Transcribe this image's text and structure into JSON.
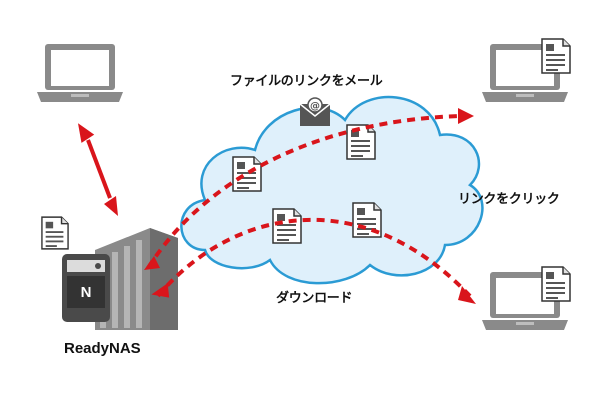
{
  "labels": {
    "share_link": "ファイルのリンクをメール",
    "click_link": "リンクをクリック",
    "download": "ダウンロード",
    "brand": "ReadyNAS",
    "nas_letter": "N"
  },
  "icons": {
    "computer": "laptop-icon",
    "document": "document-icon",
    "mail": "mail-icon",
    "nas": "nas-device-icon",
    "cloud": "cloud-icon"
  },
  "colors": {
    "arrow_red": "#d9151b",
    "cloud_fill": "#dff0fb",
    "cloud_stroke": "#2b9bd4",
    "device_gray": "#8a8a8a",
    "nas_dark": "#4a4a4a"
  }
}
